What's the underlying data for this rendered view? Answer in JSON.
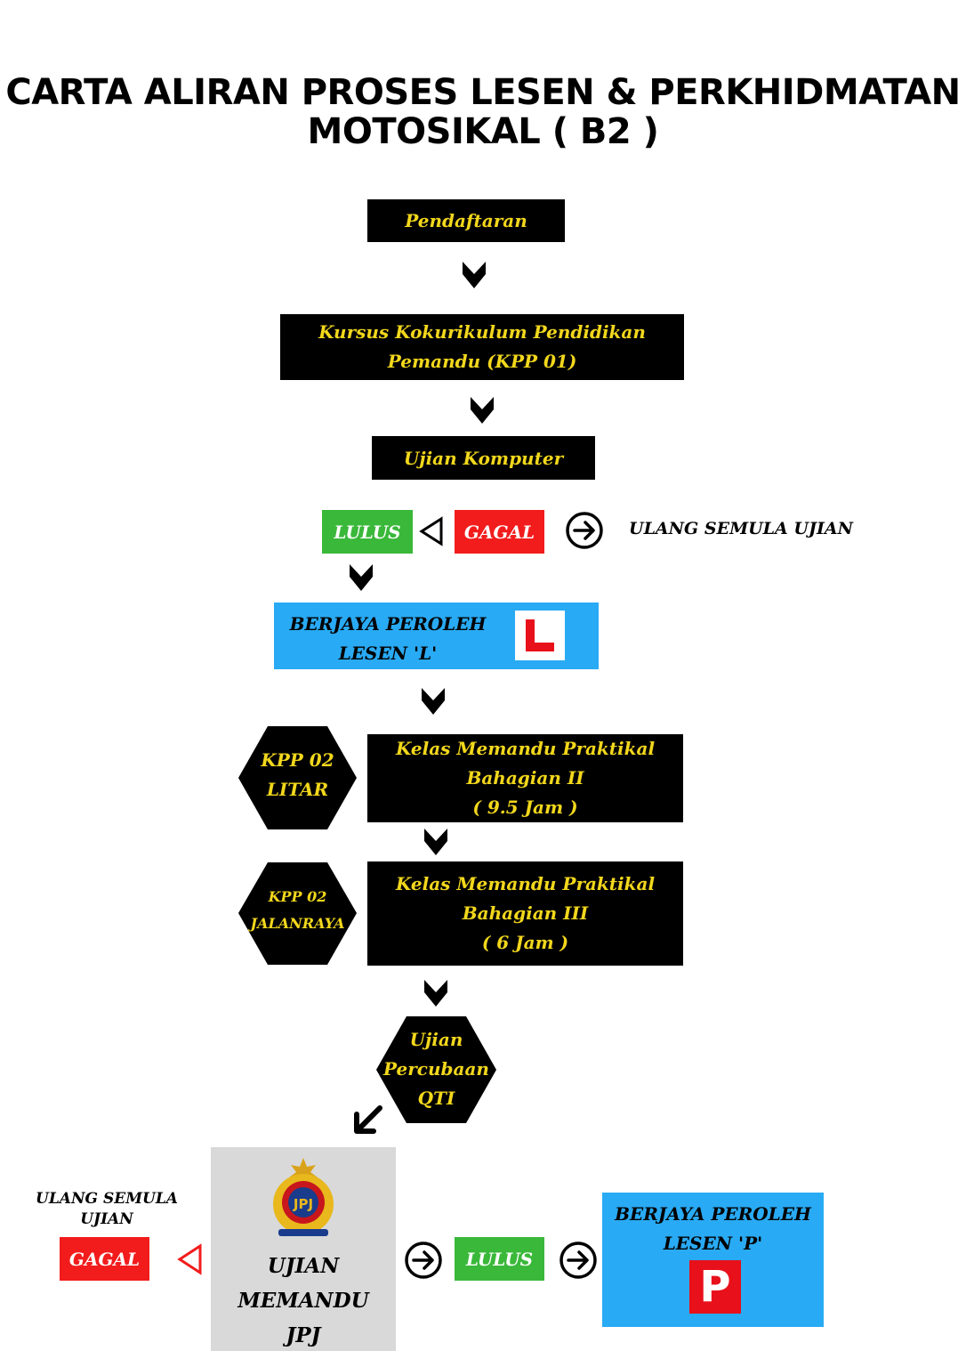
{
  "title": {
    "line1": "CARTA ALIRAN PROSES LESEN & PERKHIDMATAN",
    "line2": "MOTOSIKAL ( B2 )"
  },
  "steps": {
    "pendaftaran": "Pendaftaran",
    "kursus_l1": "Kursus Kokurikulum Pendidikan",
    "kursus_l2": "Pemandu (KPP 01)",
    "ujian_komputer": "Ujian Komputer",
    "lesen_l_l1": "BERJAYA PEROLEH",
    "lesen_l_l2": "LESEN 'L'",
    "lesen_l_badge": "L",
    "kelas2_l1": "Kelas Memandu Praktikal",
    "kelas2_l2": "Bahagian II",
    "kelas2_l3": "( 9.5 Jam )",
    "kelas3_l1": "Kelas Memandu Praktikal",
    "kelas3_l2": "Bahagian III",
    "kelas3_l3": "( 6 Jam )",
    "kpp02_litar_l1": "KPP 02",
    "kpp02_litar_l2": "LITAR",
    "kpp02_jalan_l1": "KPP 02",
    "kpp02_jalan_l2": "JALANRAYA",
    "qti_l1": "Ujian",
    "qti_l2": "Percubaan",
    "qti_l3": "QTI",
    "jpj_l1": "UJIAN",
    "jpj_l2": "MEMANDU",
    "jpj_l3": "JPJ",
    "jpj_logo_text": "JPJ",
    "lesen_p_l1": "BERJAYA PEROLEH",
    "lesen_p_l2": "LESEN 'P'",
    "lesen_p_badge": "P"
  },
  "results": {
    "lulus": "LULUS",
    "gagal": "GAGAL",
    "ulang_semula": "ULANG SEMULA UJIAN",
    "ulang_l1": "ULANG SEMULA",
    "ulang_l2": "UJIAN"
  },
  "colors": {
    "box_bg": "#000000",
    "box_text": "#f2d71c",
    "pass": "#3ab83a",
    "fail": "#f21c1c",
    "license": "#29aaf4",
    "jpj_panel": "#d9d9d9"
  },
  "icons": [
    "chevron-down-icon",
    "arrow-right-circle-icon",
    "triangle-left-outline-icon",
    "arrow-down-left-icon",
    "jpj-emblem-icon"
  ]
}
